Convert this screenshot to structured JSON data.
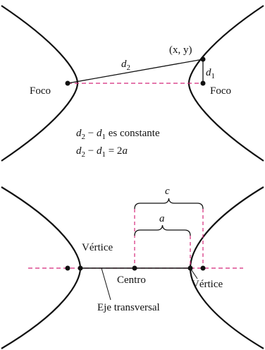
{
  "top": {
    "labels": {
      "focus_left": "Foco",
      "focus_right": "Foco",
      "point": "(x, y)",
      "d2_letter": "d",
      "d2_sub": "2",
      "d1_letter": "d",
      "d1_sub": "1"
    },
    "equations": {
      "line1_d2": "d",
      "line1_d2_sub": "2",
      "line1_minus": " − ",
      "line1_d1": "d",
      "line1_d1_sub": "1",
      "line1_text": " es constante",
      "line2_d2": "d",
      "line2_d2_sub": "2",
      "line2_minus": " − ",
      "line2_d1": "d",
      "line2_d1_sub": "1",
      "line2_equals": " = 2",
      "line2_a": "a"
    }
  },
  "bottom": {
    "labels": {
      "c": "c",
      "a": "a",
      "vertex_left": "Vértice",
      "vertex_right": "Vértice",
      "center": "Centro",
      "transverse_axis": "Eje transversal"
    }
  },
  "colors": {
    "curve": "#111111",
    "dashed": "#d4287a"
  }
}
